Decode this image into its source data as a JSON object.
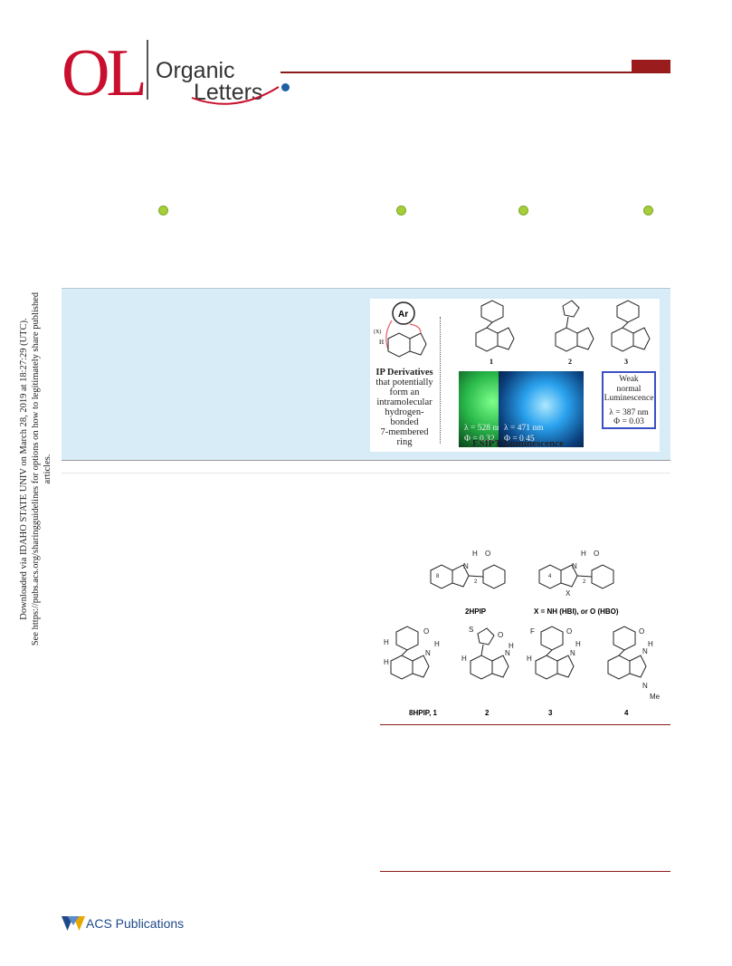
{
  "header": {
    "journal_abbr": "OL",
    "journal_name_line1": "Organic",
    "journal_name_line2": "Letters"
  },
  "side_stamp": {
    "line1": "Downloaded via IDAHO STATE UNIV on March 28, 2019 at 18:27:29 (UTC).",
    "line2": "See https://pubs.acs.org/sharingguidelines for options on how to legitimately share published articles."
  },
  "toc_graphic": {
    "ar_label": "Ar",
    "x_label": "(X)",
    "h_label": "H",
    "ip_title": "IP Derivatives",
    "ip_desc": [
      "that potentially",
      "form an",
      "intramolecular",
      "hydrogen-",
      "bonded",
      "7-membered",
      "ring"
    ],
    "compounds": [
      "1",
      "2",
      "3"
    ],
    "photo1": {
      "lambda": "λ = 528 nm",
      "phi": "Φ = 0.32"
    },
    "photo2": {
      "lambda": "λ = 471 nm",
      "phi": "Φ = 0.45"
    },
    "box3": {
      "line1": "Weak",
      "line2": "normal",
      "line3": "Luminescence",
      "lambda": "λ = 387 nm",
      "phi": "Φ = 0.03"
    },
    "caption": "ESIPT Luminescence"
  },
  "scheme": {
    "top_labels": [
      "2HPIP",
      "X = NH (HBI), or O (HBO)"
    ],
    "bottom_labels": [
      "8HPIP, 1",
      "2",
      "3",
      "4"
    ],
    "atom_labels": {
      "h": "H",
      "o": "O",
      "n": "N",
      "s": "S",
      "f": "F",
      "x": "X",
      "me": "Me",
      "num8": "8",
      "num2": "2",
      "num4": "4"
    }
  },
  "footer": {
    "publisher": "ACS Publications"
  },
  "colors": {
    "brand_red": "#c8102e",
    "rule_red": "#8b1a1a",
    "abstract_bg": "#d7ecf7",
    "orcid_green": "#a6ce39",
    "acs_blue": "#1f4a8a"
  }
}
